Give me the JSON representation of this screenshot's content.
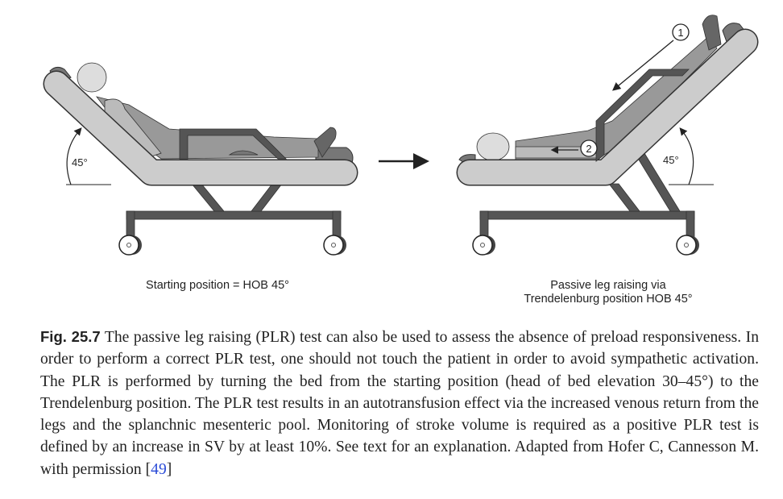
{
  "figure": {
    "left_panel": {
      "label": "Starting position = HOB 45°",
      "angle": "45°"
    },
    "right_panel": {
      "label_line1": "Passive leg raising via",
      "label_line2": "Trendelenburg position HOB 45°",
      "angle": "45°",
      "marker_1": "1",
      "marker_2": "2"
    }
  },
  "caption": {
    "fig_number": "Fig. 25.7",
    "text": "The passive leg raising (PLR) test can also be used to assess the absence of preload responsiveness. In order to perform a correct PLR test, one should not touch the patient in order to avoid sympathetic activation. The PLR is performed by turning the bed from the starting position (head of bed elevation 30–45°) to the Trendelenburg position. The PLR test results in an autotransfusion effect via the increased venous return from the legs and the splanchnic mesenteric pool. Monitoring of stroke volume is required as a positive PLR test is defined by an increase in SV by at least 10%. See text for an explanation. Adapted from Hofer C, Cannesson M. with permission [",
    "ref": "49",
    "close": "]"
  }
}
